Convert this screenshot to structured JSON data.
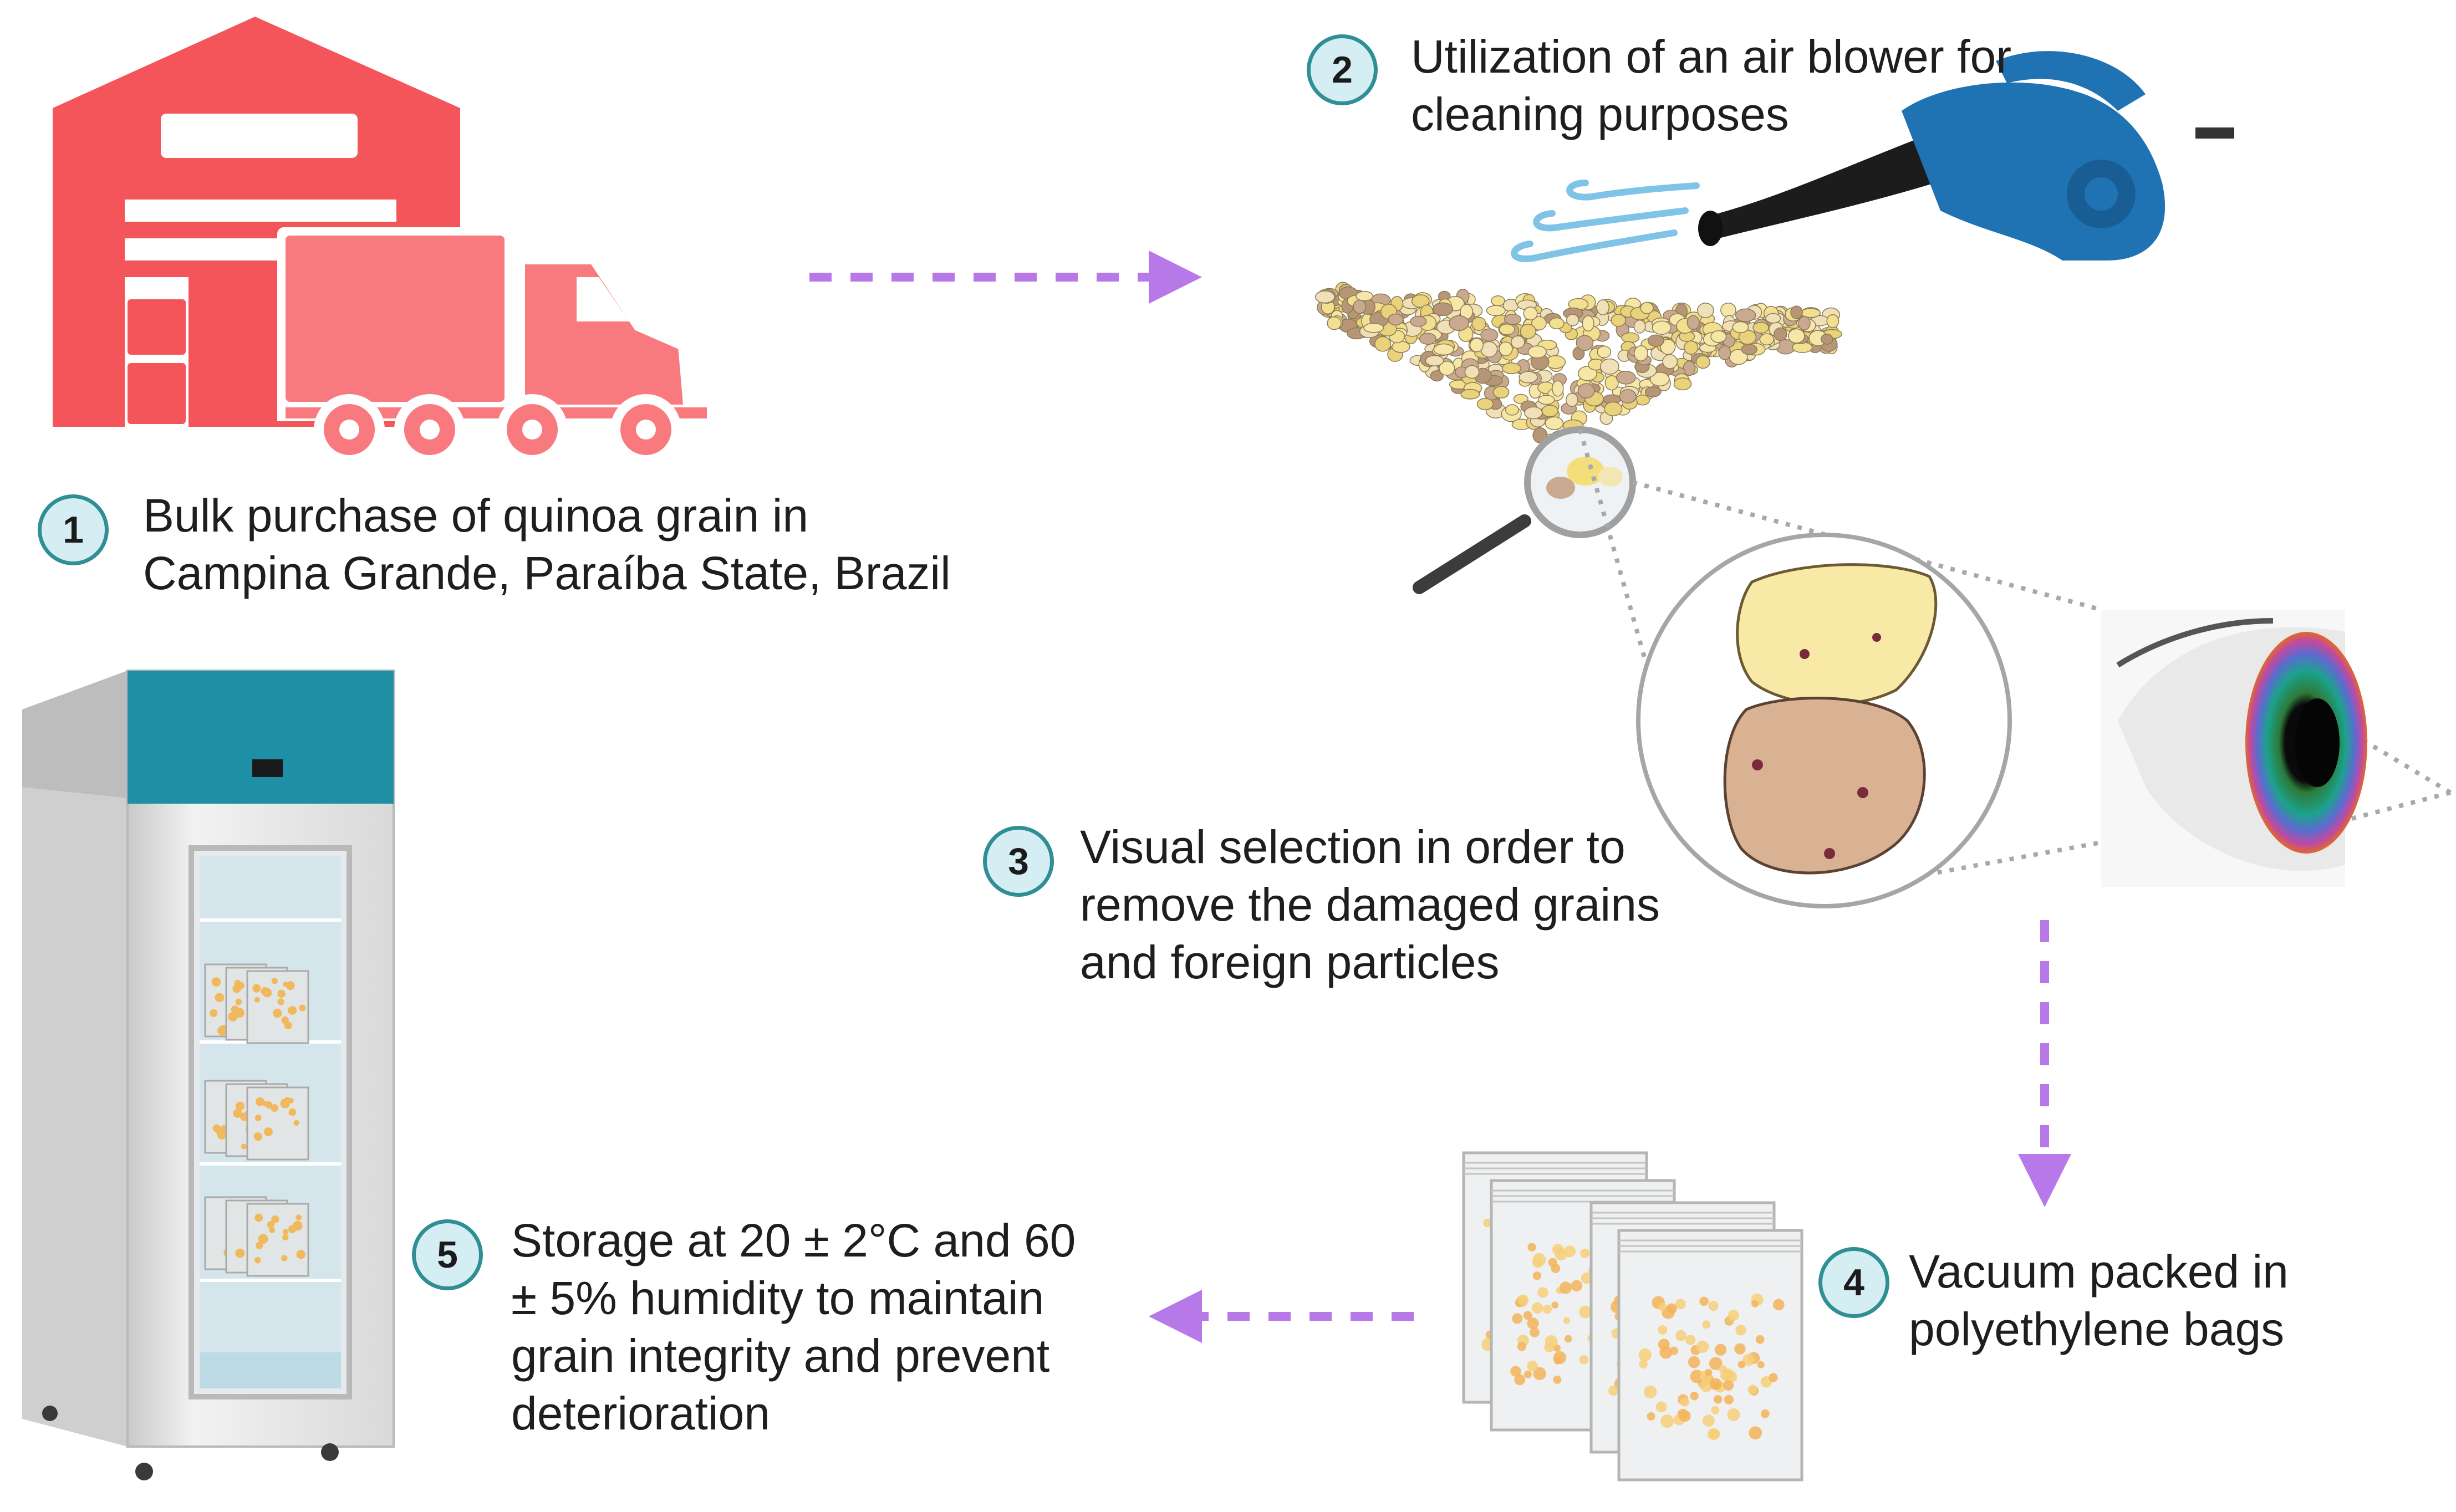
{
  "steps": [
    {
      "number": "1",
      "lines": [
        "Bulk purchase of quinoa grain in",
        "Campina Grande, Paraíba State, Brazil"
      ]
    },
    {
      "number": "2",
      "lines": [
        "Utilization of an air blower for",
        "cleaning purposes"
      ]
    },
    {
      "number": "3",
      "lines": [
        "Visual selection in order to",
        "remove the damaged grains",
        "and foreign particles"
      ]
    },
    {
      "number": "4",
      "lines": [
        "Vacuum packed in",
        "polyethylene bags"
      ]
    },
    {
      "number": "5",
      "lines": [
        "Storage at 20 ± 2°C and 60",
        "± 5% humidity to maintain",
        "grain integrity and prevent",
        "deterioration"
      ]
    }
  ],
  "colors": {
    "warehouse": "#f4555a",
    "truck": "#f97a7e",
    "arrow": "#b779e8",
    "badge_fill": "#d5eef3",
    "badge_border": "#2f8f95",
    "fridge_top": "#1f8fa6",
    "grain_light": "#f2df8f",
    "grain_dark": "#b79577",
    "blower": "#1f73b3"
  },
  "icons": [
    "warehouse-icon",
    "truck-icon",
    "air-blower-icon",
    "quinoa-grain-pile",
    "magnifier-icon",
    "eye-icon",
    "vacuum-bags-icon",
    "fridge-icon"
  ]
}
